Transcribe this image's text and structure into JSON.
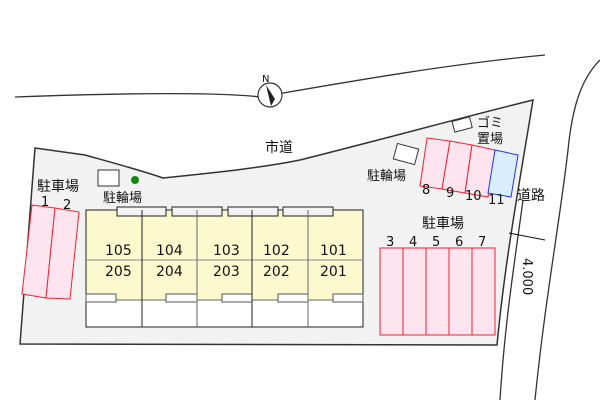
{
  "compass": {
    "label": "N"
  },
  "road_top": {
    "label": "市道"
  },
  "road_right": {
    "label": "道路",
    "width": "4.000"
  },
  "garbage": {
    "label_line1": "ゴミ",
    "label_line2": "置場"
  },
  "bike_parking_left": {
    "label": "駐輪場"
  },
  "bike_parking_right": {
    "label": "駐輪場"
  },
  "parking_left": {
    "label": "駐車場",
    "spaces": [
      "1",
      "2"
    ]
  },
  "parking_right": {
    "label": "駐車場",
    "spaces": [
      "3",
      "4",
      "5",
      "6",
      "7"
    ]
  },
  "parking_top": {
    "spaces": [
      "8",
      "9",
      "10",
      "11"
    ]
  },
  "units": [
    {
      "lower": "105",
      "upper": "205"
    },
    {
      "lower": "104",
      "upper": "204"
    },
    {
      "lower": "103",
      "upper": "203"
    },
    {
      "lower": "102",
      "upper": "202"
    },
    {
      "lower": "101",
      "upper": "201"
    }
  ],
  "colors": {
    "parking_fill": "#fde4ee",
    "parking_line": "#ee2233",
    "special_fill": "#d9eefc",
    "special_line": "#2233ee",
    "building_fill": "#fdf9cf",
    "lot_fill": "#f2f2f2",
    "tree": "#118811"
  }
}
